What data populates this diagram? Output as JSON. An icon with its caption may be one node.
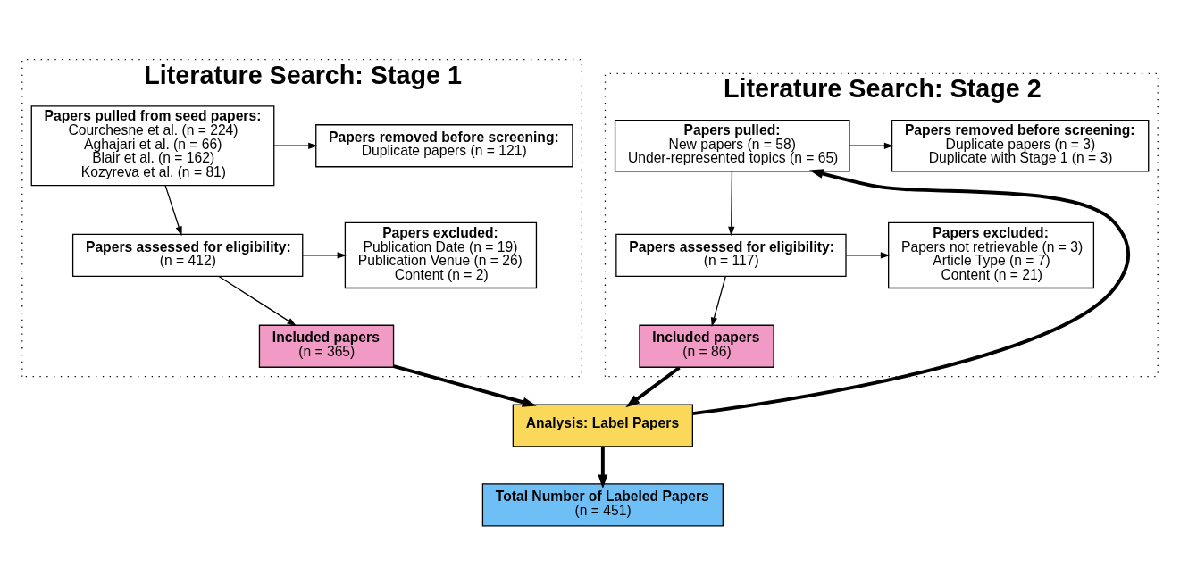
{
  "diagram": {
    "nodes": [
      {
        "text": [
          "Literature Search: Stage 1"
        ]
      },
      {
        "text": [
          "Papers pulled from seed papers:",
          "Courchesne et al. (n = 224)",
          "Aghajari et al. (n = 66)",
          "Blair et al. (n = 162)",
          "Kozyreva et al. (n = 81)"
        ],
        "in": 0
      },
      {
        "text": [
          "Papers removed before screening:",
          "Duplicate papers (n = 121)"
        ],
        "in": 0
      },
      {
        "text": [
          "Papers assessed for eligibility:",
          "(n = 412)"
        ],
        "in": 0
      },
      {
        "text": [
          "Papers excluded:",
          "Publication Date (n = 19)",
          "Publication Venue (n = 26)",
          "Content (n = 2)"
        ],
        "in": 0
      },
      {
        "text": [
          "Included papers",
          "(n = 365)"
        ],
        "in": 0
      },
      {
        "text": [
          "Literature Search: Stage 2"
        ]
      },
      {
        "text": [
          "Papers pulled:",
          "New papers (n = 58)",
          "Under-represented topics (n = 65)"
        ],
        "in": 6
      },
      {
        "text": [
          "Papers removed before screening:",
          "Duplicate papers (n = 3)",
          "Duplicate with Stage 1 (n = 3)"
        ],
        "in": 6
      },
      {
        "text": [
          "Papers assessed for eligibility:",
          "(n = 117)"
        ],
        "in": 6
      },
      {
        "text": [
          "Papers excluded:",
          "Papers not retrievable (n = 3)",
          "Article Type (n = 7)",
          "Content (n = 21)"
        ],
        "in": 6
      },
      {
        "text": [
          "Included papers",
          "(n = 86)"
        ],
        "in": 6
      },
      {
        "text": [
          "Analysis: Label Papers"
        ]
      },
      {
        "text": [
          "Total Number of Labeled Papers",
          "(n = 451)"
        ]
      }
    ],
    "edges": [
      {
        "from": 1,
        "to": 2,
        "arrow": "to"
      },
      {
        "from": 1,
        "to": 3,
        "arrow": "to"
      },
      {
        "from": 3,
        "to": 4,
        "arrow": "to"
      },
      {
        "from": 3,
        "to": 5,
        "arrow": "to"
      },
      {
        "from": 5,
        "to": 12,
        "arrow": "to",
        "style": "thick"
      },
      {
        "from": 11,
        "to": 12,
        "arrow": "to",
        "style": "thick"
      },
      {
        "from": 12,
        "to": 7,
        "arrow": "to",
        "style": "thick"
      },
      {
        "from": 12,
        "to": 13,
        "arrow": "to",
        "style": "thick"
      },
      {
        "from": 7,
        "to": 8,
        "arrow": "to"
      },
      {
        "from": 7,
        "to": 9,
        "arrow": "to"
      },
      {
        "from": 9,
        "to": 10,
        "arrow": "to"
      },
      {
        "from": 9,
        "to": 11,
        "arrow": "to"
      }
    ]
  }
}
